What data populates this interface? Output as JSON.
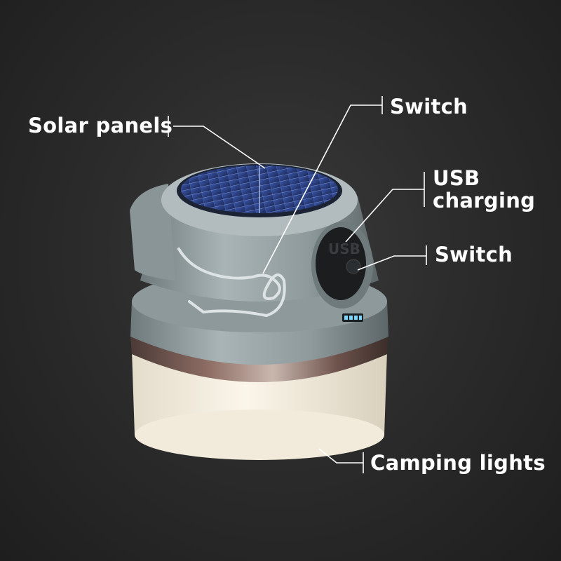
{
  "labels": {
    "solar_panels": "Solar panels",
    "switch_top": "Switch",
    "usb_line1": "USB",
    "usb_line2": "charging",
    "switch_side": "Switch",
    "camping_lights": "Camping lights"
  },
  "port_text": "USB",
  "colors": {
    "background": "#2a2a2a",
    "body": "#9aa5a7",
    "solar_panel": "#2c3f7a",
    "light_glow": "#f3ecdc",
    "accent_ring": "#7a5a52",
    "indicator": "#7fd6ff"
  }
}
